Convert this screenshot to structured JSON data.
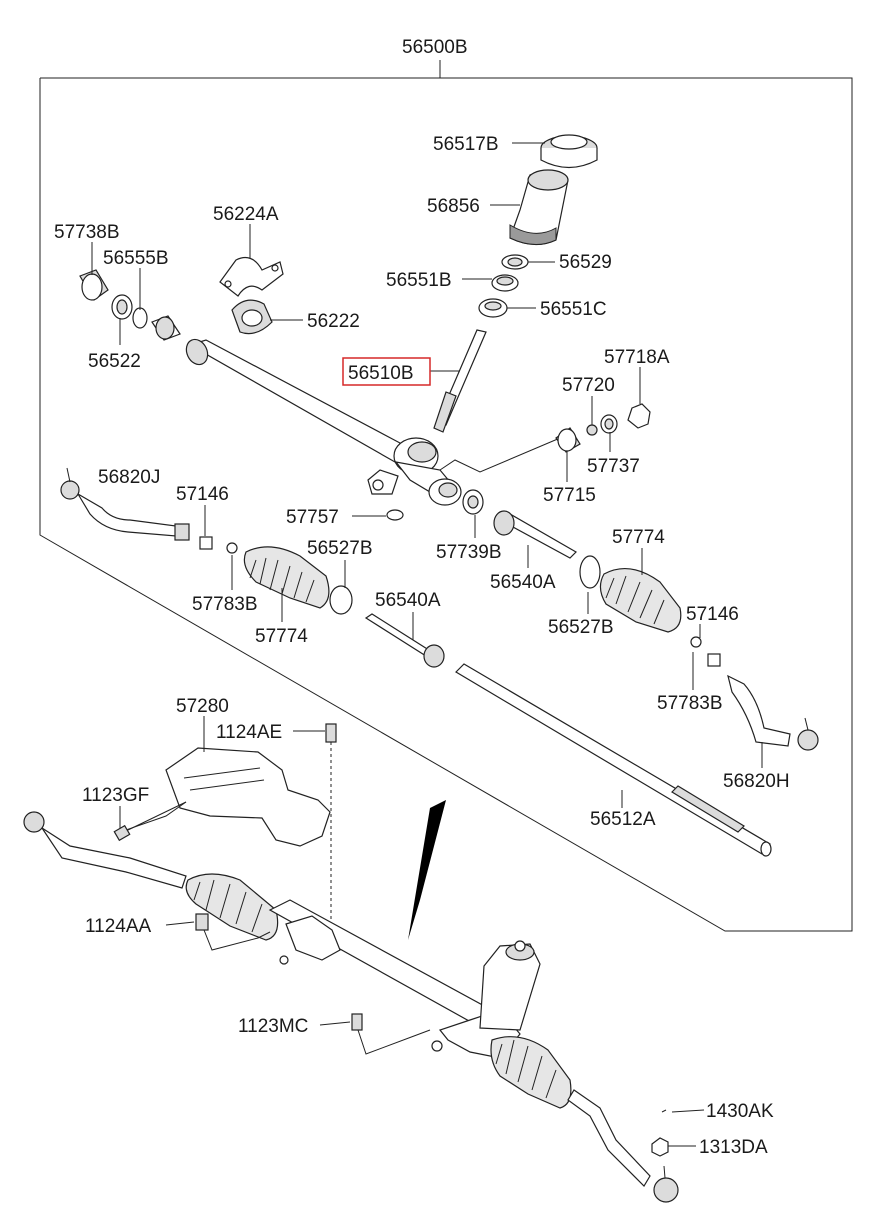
{
  "diagram": {
    "assembly_label": "56500B",
    "highlight_color": "#d62828",
    "parts": {
      "p56517B": "56517B",
      "p56856": "56856",
      "p56224A": "56224A",
      "p57738B": "57738B",
      "p56555B": "56555B",
      "p56529": "56529",
      "p56551B": "56551B",
      "p56551C": "56551C",
      "p56222": "56222",
      "p56522": "56522",
      "p56510B": "56510B",
      "p57718A": "57718A",
      "p57720": "57720",
      "p57737": "57737",
      "p56820J": "56820J",
      "p57146_left": "57146",
      "p57715": "57715",
      "p57757": "57757",
      "p56527B_left": "56527B",
      "p57739B": "57739B",
      "p57774_right": "57774",
      "p56540A_right": "56540A",
      "p57783B_left": "57783B",
      "p57774_left": "57774",
      "p56540A_left": "56540A",
      "p56527B_right": "56527B",
      "p57146_right": "57146",
      "p57783B_right": "57783B",
      "p57280": "57280",
      "p1124AE": "1124AE",
      "p1123GF": "1123GF",
      "p56820H": "56820H",
      "p56512A": "56512A",
      "p1124AA": "1124AA",
      "p1123MC": "1123MC",
      "p1430AK": "1430AK",
      "p1313DA": "1313DA"
    }
  }
}
